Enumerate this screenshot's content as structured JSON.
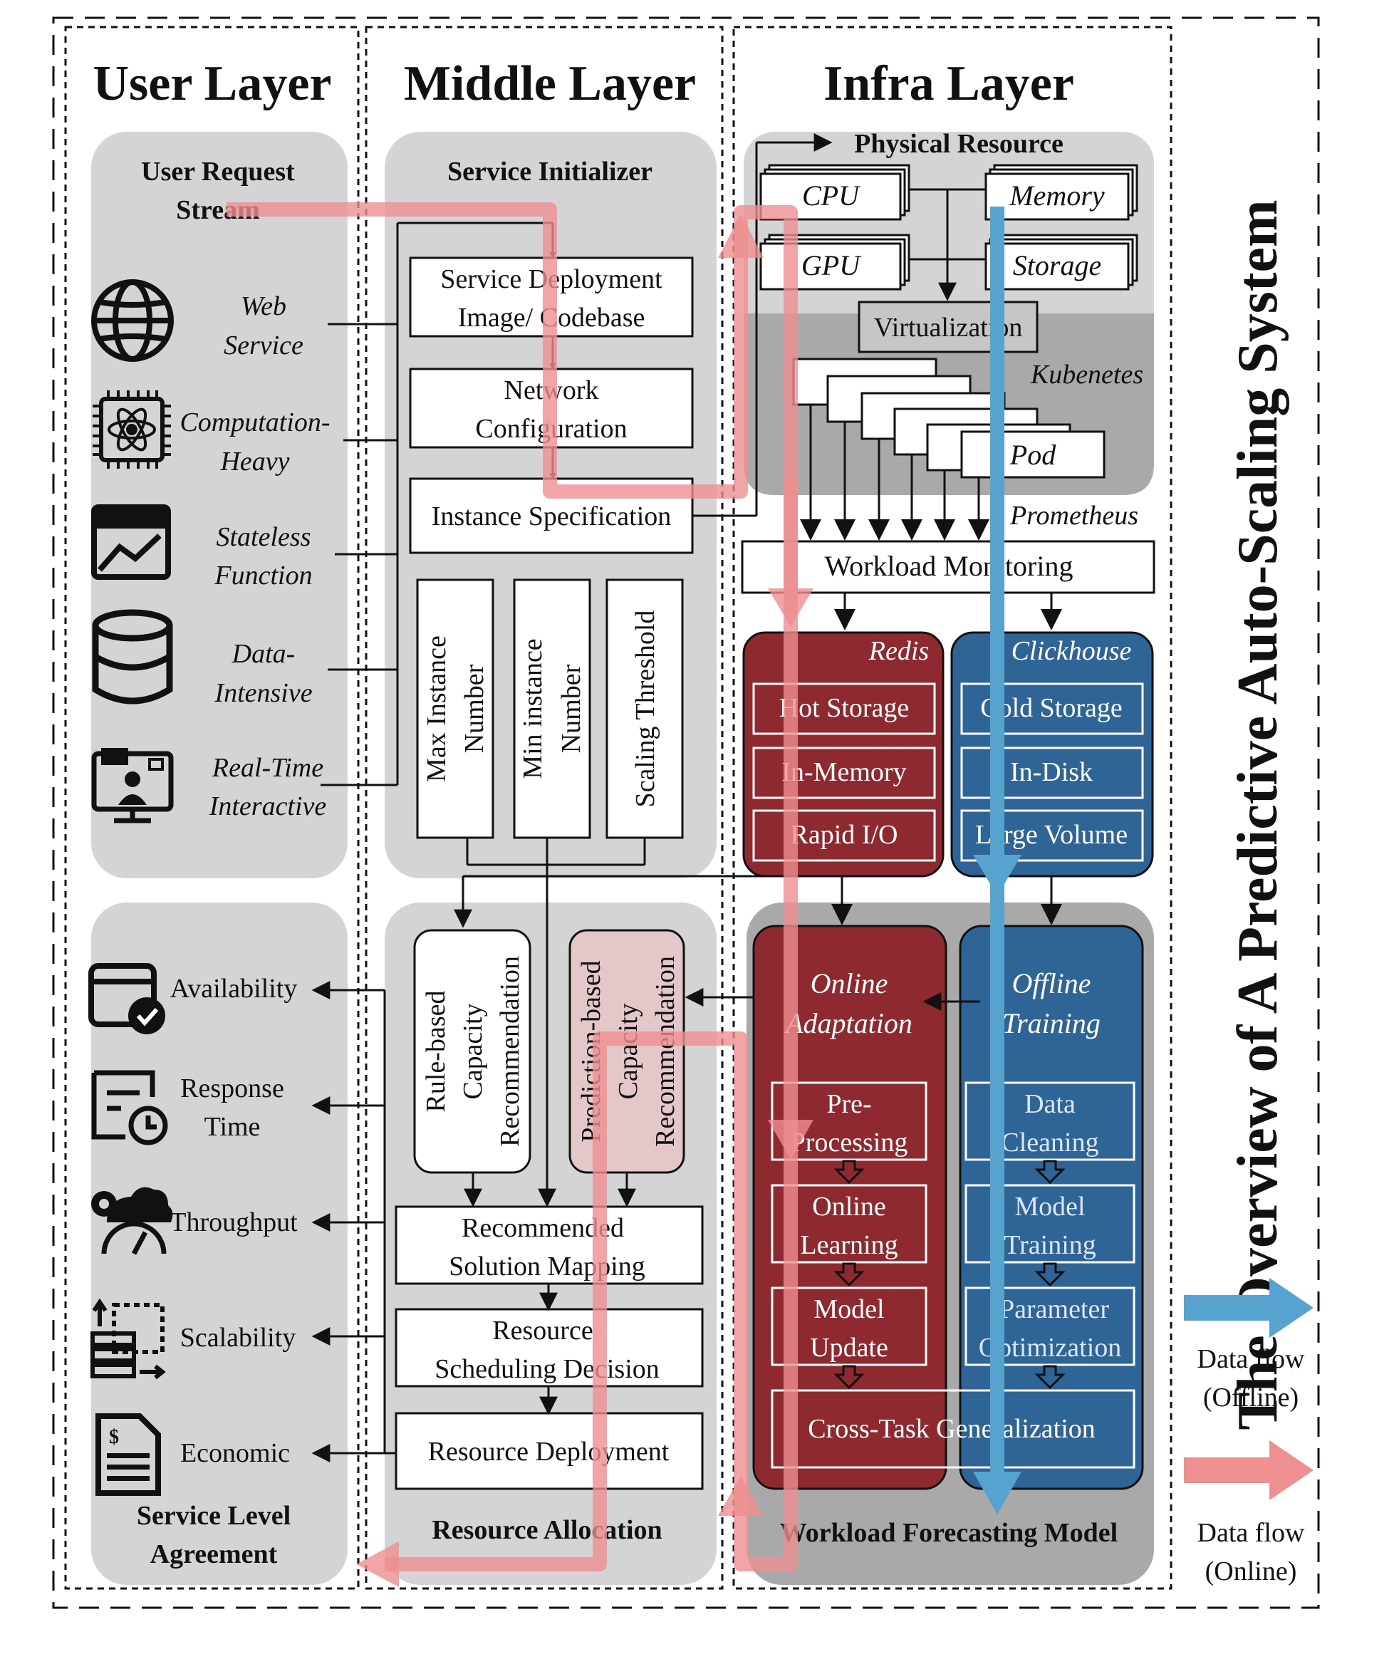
{
  "layers": {
    "user": "User Layer",
    "middle": "Middle Layer",
    "infra": "Infra Layer"
  },
  "side_title": "The Overview of A Predictive Auto-Scaling System",
  "user_request": {
    "title_line1": "User Request",
    "title_line2": "Stream",
    "items": [
      {
        "icon": "globe-icon",
        "line1": "Web",
        "line2": "Service"
      },
      {
        "icon": "chip-atom-icon",
        "line1": "Computation-",
        "line2": "Heavy"
      },
      {
        "icon": "function-chart-icon",
        "line1": "Stateless",
        "line2": "Function"
      },
      {
        "icon": "database-icon",
        "line1": "Data-",
        "line2": "Intensive"
      },
      {
        "icon": "video-call-icon",
        "line1": "Real-Time",
        "line2": "Interactive"
      }
    ]
  },
  "sla": {
    "title_line1": "Service Level",
    "title_line2": "Agreement",
    "items": [
      {
        "icon": "calendar-check-icon",
        "line1": "Availability",
        "line2": ""
      },
      {
        "icon": "clock-document-icon",
        "line1": "Response",
        "line2": "Time"
      },
      {
        "icon": "gear-gauge-icon",
        "line1": "Throughput",
        "line2": ""
      },
      {
        "icon": "server-scale-icon",
        "line1": "Scalability",
        "line2": ""
      },
      {
        "icon": "invoice-icon",
        "line1": "Economic",
        "line2": ""
      }
    ]
  },
  "service_initializer": {
    "title": "Service Initializer",
    "deploy_line1": "Service Deployment",
    "deploy_line2": "Image/ Codebase",
    "network_line1": "Network",
    "network_line2": "Configuration",
    "instance_spec": "Instance Specification",
    "max_line1": "Max Instance",
    "max_line2": "Number",
    "min_line1": "Min instance",
    "min_line2": "Number",
    "threshold": "Scaling Threshold"
  },
  "resource_allocation": {
    "title": "Resource Allocation",
    "rule_line1": "Rule-based",
    "rule_line2": "Capacity",
    "rule_line3": "Recommendation",
    "pred_line1": "Prediction-based",
    "pred_line2": "Capacity",
    "pred_line3": "Recommendation",
    "mapping_line1": "Recommended",
    "mapping_line2": "Solution Mapping",
    "scheduling_line1": "Resource",
    "scheduling_line2": "Scheduling Decision",
    "deployment": "Resource Deployment"
  },
  "infra": {
    "physical_title": "Physical Resource",
    "cpu": "CPU",
    "memory": "Memory",
    "gpu": "GPU",
    "storage": "Storage",
    "virtualization": "Virtualization",
    "kubernetes": "Kubenetes",
    "pod": "Pod",
    "prometheus": "Prometheus",
    "workload_monitoring": "Workload Monitoring"
  },
  "storage": {
    "redis": {
      "title": "Redis",
      "items": [
        "Hot Storage",
        "In-Memory",
        "Rapid I/O"
      ],
      "color": "#8e2a2f"
    },
    "clickhouse": {
      "title": "Clickhouse",
      "items": [
        "Cold Storage",
        "In-Disk",
        "Large Volume"
      ],
      "color": "#2f6496"
    }
  },
  "forecasting": {
    "title": "Workload Forecasting Model",
    "online": {
      "title_line1": "Online",
      "title_line2": "Adaptation",
      "steps": [
        {
          "line1": "Pre-",
          "line2": "Processing"
        },
        {
          "line1": "Online",
          "line2": "Learning"
        },
        {
          "line1": "Model",
          "line2": "Update"
        }
      ]
    },
    "offline": {
      "title_line1": "Offline",
      "title_line2": "Training",
      "steps": [
        {
          "line1": "Data",
          "line2": "Cleaning"
        },
        {
          "line1": "Model",
          "line2": "Training"
        },
        {
          "line1": "Parameter",
          "line2": "Optimization"
        }
      ]
    },
    "cross_task": "Cross-Task Generalization"
  },
  "legend": {
    "offline_line1": "Data flow",
    "offline_line2": "(Offline)",
    "online_line1": "Data flow",
    "online_line2": "(Online)",
    "offline_color": "#56a3d0",
    "online_color": "#ee8f90"
  },
  "colors": {
    "panel_gray": "#d4d4d4",
    "dark_gray": "#a9a9a9",
    "redis_red": "#8e2a2f",
    "clickhouse_blue": "#2f6496"
  }
}
